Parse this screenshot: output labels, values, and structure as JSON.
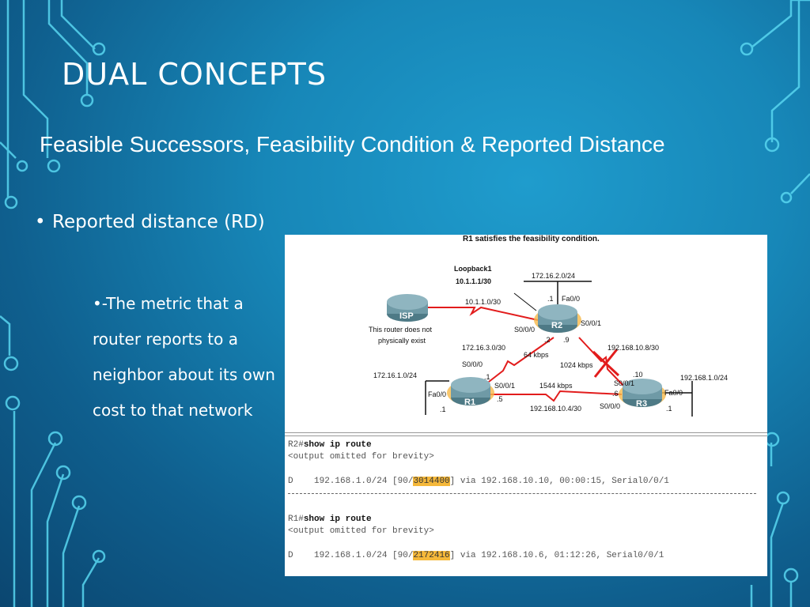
{
  "slide": {
    "title": "Dual concepts",
    "subtitle": "Feasible Successors, Feasibility Condition & Reported Distance",
    "bullet_level1": "Reported distance (RD)",
    "bullet_level2": "-The metric that a router reports to a neighbor about its own cost to that network"
  },
  "diagram": {
    "caption": "R1 satisfies the feasibility condition.",
    "loopback_title": "Loopback1",
    "loopback_addr": "10.1.1.1/30",
    "isp_label": "ISP",
    "isp_note_1": "This router does not",
    "isp_note_2": "physically exist",
    "r1_label": "R1",
    "r2_label": "R2",
    "r3_label": "R3",
    "net_isp_r2": "10.1.1.0/30",
    "net_r2_lan": "172.16.2.0/24",
    "net_r1_r2": "172.16.3.0/30",
    "net_r1_lan": "172.16.1.0/24",
    "net_r2_r3": "192.168.10.8/30",
    "net_r1_r3": "192.168.10.4/30",
    "net_r3_lan": "192.168.1.0/24",
    "bw_r1_r2": "64 kbps",
    "bw_r2_r3": "1024 kbps",
    "bw_r1_r3": "1544 kbps",
    "r2_fa": "Fa0/0",
    "r2_fa_addr": ".1",
    "r2_s000": "S0/0/0",
    "r2_s001": "S0/0/1",
    "r2_s000_addr": ".2",
    "r2_s001_addr": ".9",
    "r1_s000": "S0/0/0",
    "r1_s001": "S0/0/1",
    "r1_s000_addr": ".1",
    "r1_s001_addr": ".5",
    "r1_fa": "Fa0/0",
    "r1_fa_addr": ".1",
    "r3_s000": "S0/0/0",
    "r3_s001": "S0/0/1",
    "r3_s000_addr": ".6",
    "r3_s001_addr": ".10",
    "r3_fa": "Fa0/0",
    "r3_fa_addr": ".1"
  },
  "output": {
    "r2_prompt": "R2#",
    "r2_cmd": "show ip route",
    "omitted": "<output omitted for brevity>",
    "r2_route_pre": "D    192.168.1.0/24 [90/",
    "r2_metric": "3014400",
    "r2_route_post": "] via 192.168.10.10, 00:00:15, Serial0/0/1",
    "r1_prompt": "R1#",
    "r1_cmd": "show ip route",
    "r1_route_pre": "D    192.168.1.0/24 [90/",
    "r1_metric": "2172416",
    "r1_route_post": "] via 192.168.10.6, 01:12:26, Serial0/0/1"
  },
  "colors": {
    "background": "#1787b8",
    "circuit_line": "#58d6f0",
    "link_red": "#e21c1c",
    "highlight": "#f5b83a"
  }
}
